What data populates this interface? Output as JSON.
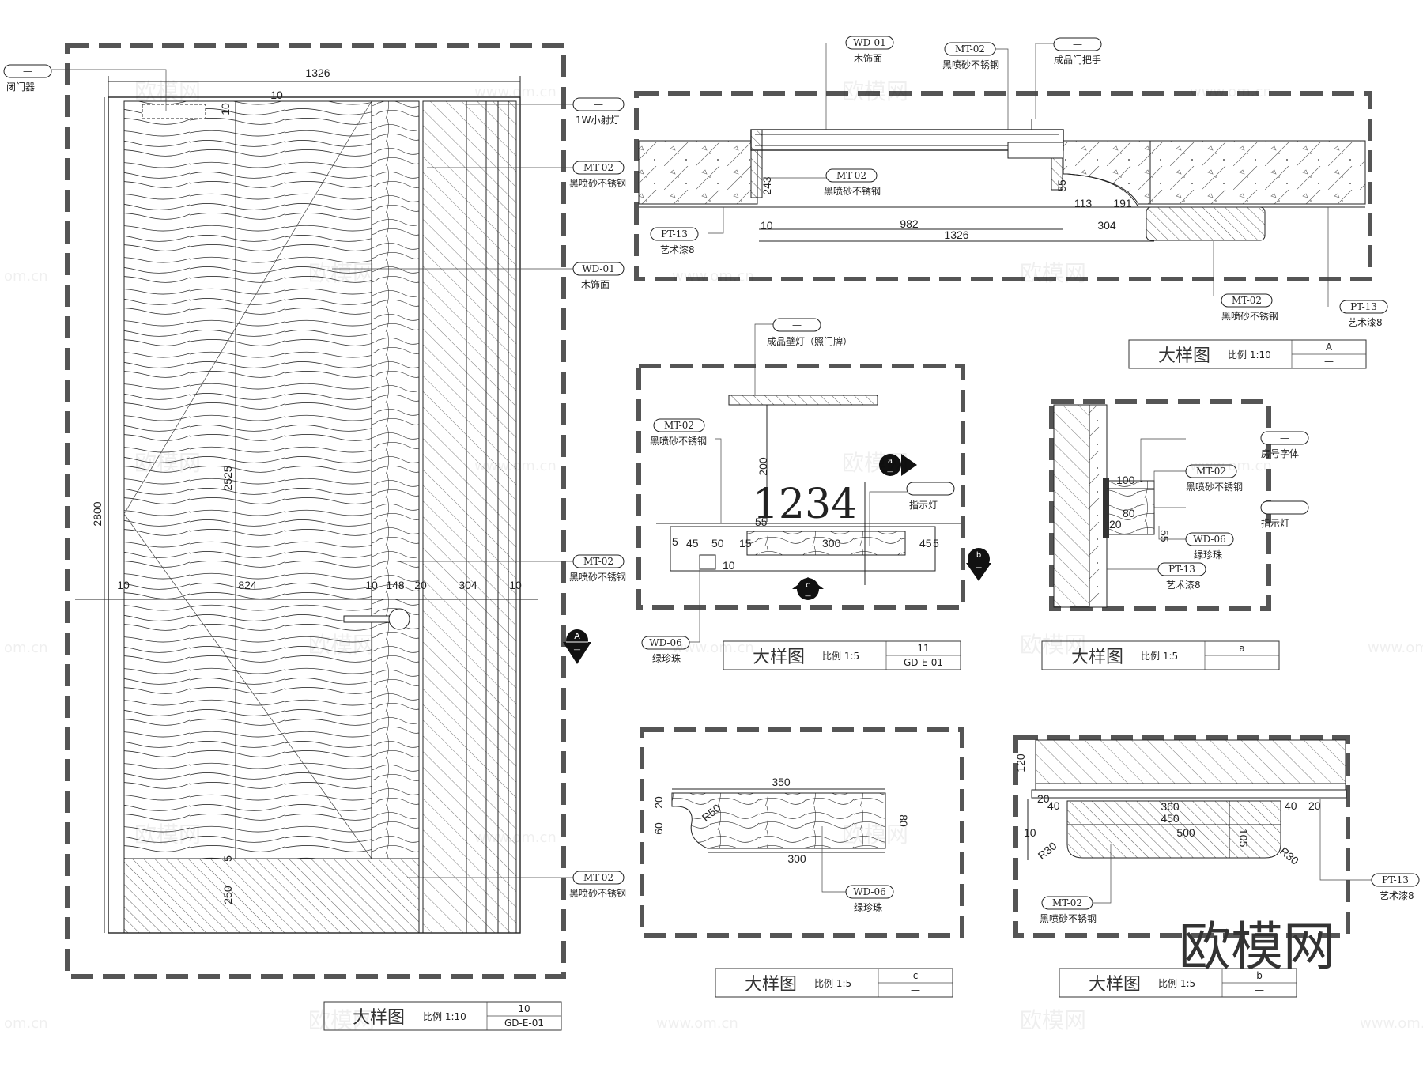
{
  "brand": "欧模网",
  "watermarks": [
    "欧模网",
    "www.om.cn",
    "om.cn"
  ],
  "main_elevation": {
    "dims": {
      "total_width": "1326",
      "total_height": "2800",
      "door_height": "2525",
      "base_height": "250",
      "top_small": "10",
      "left_gap": "10",
      "door_width": "824",
      "mid_gap": "10",
      "frame": "148",
      "gap2": "20",
      "panel": "304",
      "right_gap": "10",
      "sill": "5"
    },
    "labels": [
      {
        "code": "—",
        "text": "闭门器"
      },
      {
        "code": "—",
        "text": "1W小射灯"
      },
      {
        "code": "MT-02",
        "text": "黑喷砂不锈钢"
      },
      {
        "code": "WD-01",
        "text": "木饰面"
      },
      {
        "code": "MT-02",
        "text": "黑喷砂不锈钢"
      },
      {
        "code": "MT-02",
        "text": "黑喷砂不锈钢"
      }
    ],
    "section_marker": {
      "letter": "A",
      "sub": "—"
    },
    "title_block": {
      "title": "大样图",
      "scale": "比例 1:10",
      "num": "10",
      "ref": "GD-E-01"
    }
  },
  "plan_section": {
    "labels_top": [
      {
        "code": "WD-01",
        "text": "木饰面"
      },
      {
        "code": "MT-02",
        "text": "黑喷砂不锈钢"
      },
      {
        "code": "—",
        "text": "成品门把手"
      }
    ],
    "labels_inner": [
      {
        "code": "MT-02",
        "text": "黑喷砂不锈钢"
      },
      {
        "code": "PT-13",
        "text": "艺术漆8"
      }
    ],
    "labels_bottom": [
      {
        "code": "MT-02",
        "text": "黑喷砂不锈钢"
      },
      {
        "code": "PT-13",
        "text": "艺术漆8"
      }
    ],
    "dims": {
      "d243": "243",
      "d10": "10",
      "d982": "982",
      "d1326": "1326",
      "d55": "55",
      "d113": "113",
      "d191": "191",
      "d304": "304"
    },
    "title_block": {
      "title": "大样图",
      "scale": "比例 1:10",
      "num": "A",
      "ref": "—"
    }
  },
  "detail_11": {
    "number_sign": "1234",
    "labels": [
      {
        "code": "—",
        "text": "成品壁灯（照门牌）"
      },
      {
        "code": "MT-02",
        "text": "黑喷砂不锈钢"
      },
      {
        "code": "—",
        "text": "指示灯"
      },
      {
        "code": "WD-06",
        "text": "绿珍珠"
      }
    ],
    "dims": {
      "d200": "200",
      "d5a": "5",
      "d45a": "45",
      "d50": "50",
      "d15": "15",
      "d300": "300",
      "d45b": "45",
      "d5b": "5",
      "d10": "10",
      "d55": "55"
    },
    "markers": [
      {
        "letter": "a",
        "sub": "—"
      },
      {
        "letter": "b",
        "sub": "—"
      },
      {
        "letter": "c",
        "sub": "—"
      }
    ],
    "title_block": {
      "title": "大样图",
      "scale": "比例 1:5",
      "num": "11",
      "ref": "GD-E-01"
    }
  },
  "detail_a": {
    "labels": [
      {
        "code": "—",
        "text": "房号字体"
      },
      {
        "code": "MT-02",
        "text": "黑喷砂不锈钢"
      },
      {
        "code": "—",
        "text": "指示灯"
      },
      {
        "code": "WD-06",
        "text": "绿珍珠"
      },
      {
        "code": "PT-13",
        "text": "艺术漆8"
      }
    ],
    "dims": {
      "d100": "100",
      "d80": "80",
      "d20": "20",
      "d55": "55"
    },
    "title_block": {
      "title": "大样图",
      "scale": "比例 1:5",
      "num": "a",
      "ref": "—"
    }
  },
  "detail_c": {
    "labels": [
      {
        "code": "WD-06",
        "text": "绿珍珠"
      }
    ],
    "dims": {
      "d350": "350",
      "d300": "300",
      "d20": "20",
      "d60": "60",
      "d80": "80",
      "r50": "R50"
    },
    "title_block": {
      "title": "大样图",
      "scale": "比例 1:5",
      "num": "c",
      "ref": "—"
    }
  },
  "detail_b": {
    "labels": [
      {
        "code": "PT-13",
        "text": "艺术漆8"
      },
      {
        "code": "MT-02",
        "text": "黑喷砂不锈钢"
      }
    ],
    "dims": {
      "d120": "120",
      "d20a": "20",
      "d40a": "40",
      "d360": "360",
      "d450": "450",
      "d500": "500",
      "d105": "105",
      "d40b": "40",
      "d20b": "20",
      "d10": "10",
      "r30a": "R30",
      "r30b": "R30"
    },
    "title_block": {
      "title": "大样图",
      "scale": "比例 1:5",
      "num": "b",
      "ref": "—"
    }
  }
}
